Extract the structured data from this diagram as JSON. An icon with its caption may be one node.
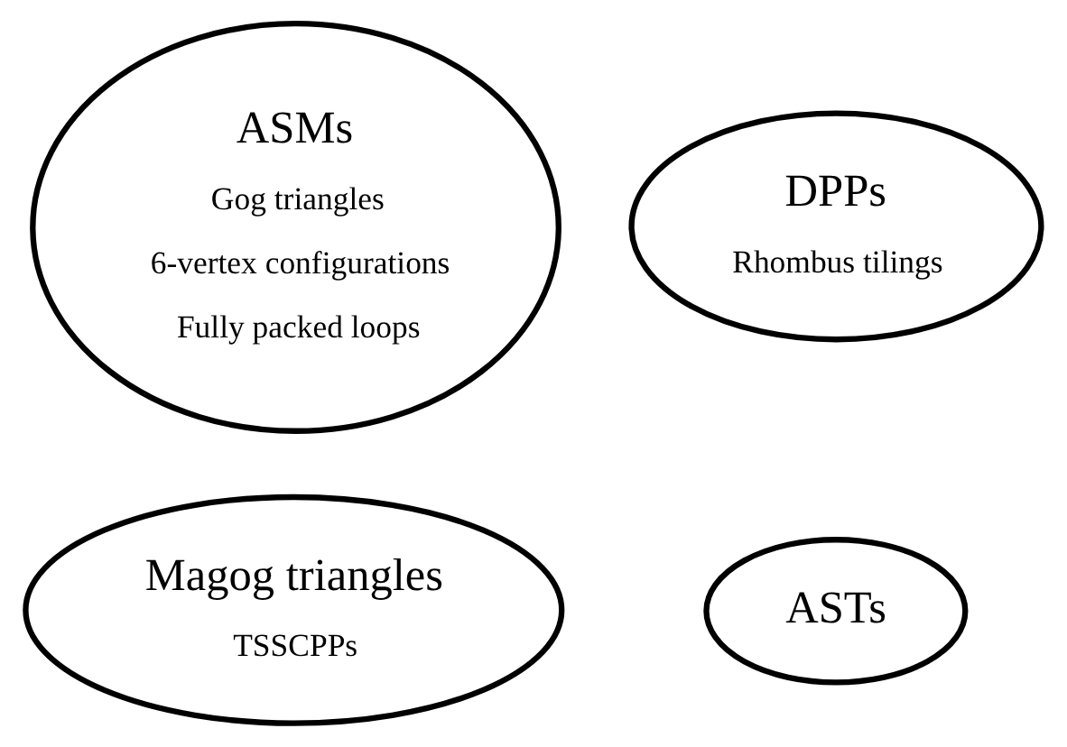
{
  "diagram": {
    "nodes": [
      {
        "text": [
          "ASMs",
          "Gog triangles",
          "6-vertex configurations",
          "Fully packed loops"
        ]
      },
      {
        "text": [
          "Magog triangles",
          "TSSCPPs"
        ]
      },
      {
        "text": [
          "DPPs",
          "Rhombus tilings"
        ]
      },
      {
        "text": [
          "ASTs"
        ]
      }
    ],
    "edges": []
  }
}
